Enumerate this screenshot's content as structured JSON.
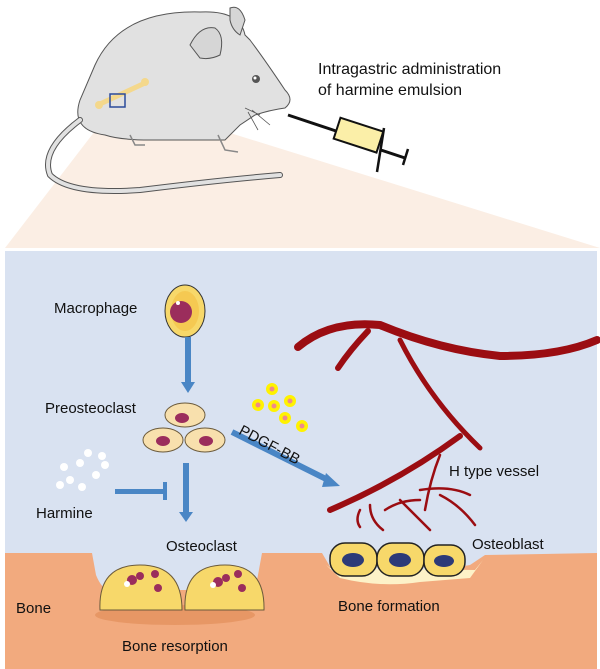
{
  "title": {
    "line1": "Intragastric administration",
    "line2": "of harmine emulsion"
  },
  "labels": {
    "macrophage": "Macrophage",
    "preosteoclast": "Preosteoclast",
    "harmine": "Harmine",
    "pdgf": "PDGF-BB",
    "h_vessel": "H type vessel",
    "osteoclast": "Osteoclast",
    "osteoblast": "Osteoblast",
    "bone": "Bone",
    "bone_resorption": "Bone resorption",
    "bone_formation": "Bone formation"
  },
  "colors": {
    "panel_bg": "#d9e2f1",
    "bone": "#f2aa7e",
    "zoom_cone": "#fbeee4",
    "arrow": "#4a86c5",
    "vessel": "#9b0d12",
    "cell_yellow": "#f7d86a",
    "nucleus": "#9b2d5c",
    "osteoblast_nucleus": "#2c3a78",
    "pdgf_dot": "#fff200",
    "pdgf_core": "#f08a8a",
    "mouse": "#e1e1e1",
    "syringe_fluid": "#fbefa8"
  }
}
